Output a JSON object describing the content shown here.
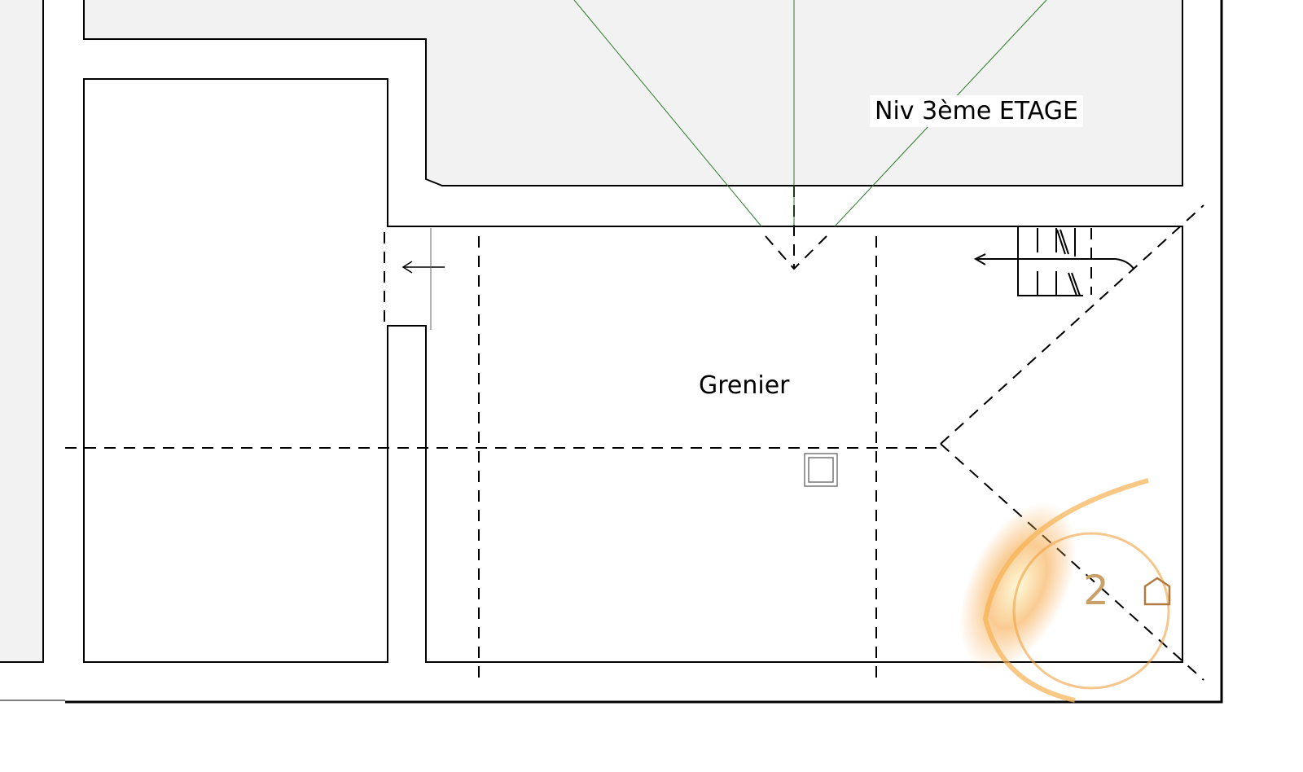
{
  "plan": {
    "level_label": "Niv 3ème ETAGE",
    "room_label": "Grenier",
    "logo": {
      "digit": "2",
      "icon": "house-icon",
      "accent_color": "#f0a040"
    },
    "colors": {
      "fill_gray": "#f2f2f2",
      "wall_line": "#000000",
      "roof_line": "#2a7a2a"
    }
  }
}
